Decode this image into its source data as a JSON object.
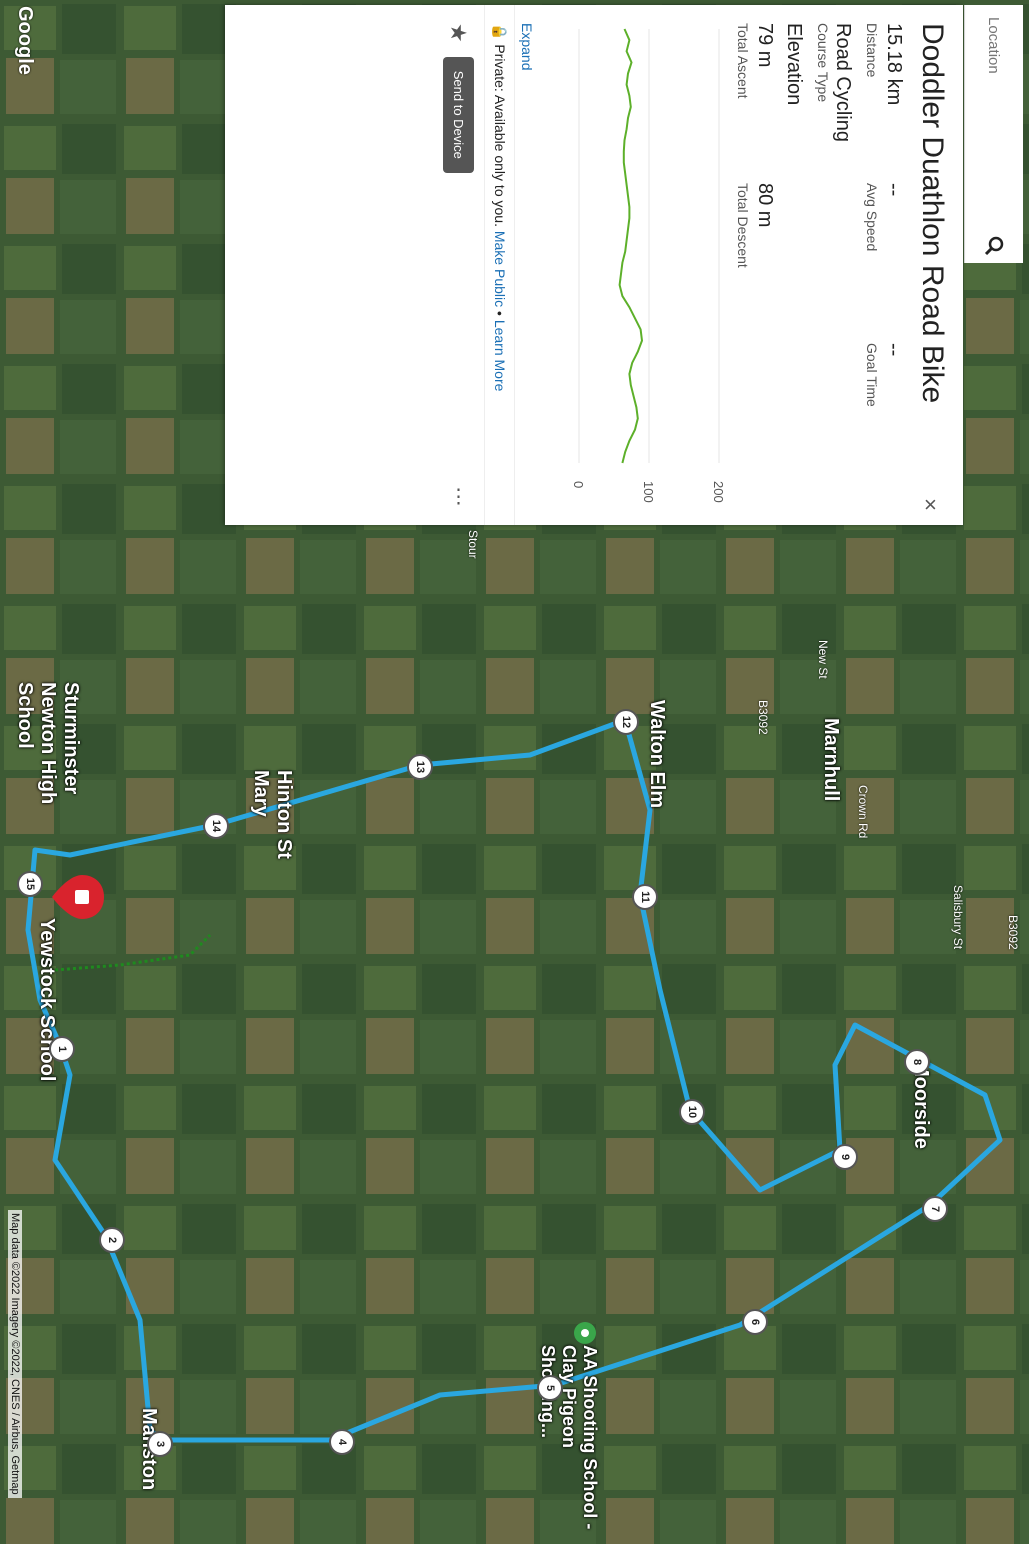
{
  "map": {
    "logo": "Google",
    "credit": "Map data ©2022 Imagery ©2022, CNES / Airbus, Getmap",
    "places": [
      "Marnhull",
      "Walton Elm",
      "Hinton St Mary",
      "Sturminster Newton High School",
      "Yewstock School",
      "Moorside",
      "Manston",
      "AA Shooting School - Clay Pigeon Shooting..."
    ],
    "roads": [
      "New St",
      "B3092",
      "Crown Rd",
      "Salisbury St",
      "B3092",
      "Stour"
    ],
    "waypoints": [
      "1",
      "2",
      "3",
      "4",
      "5",
      "6",
      "7",
      "8",
      "9",
      "10",
      "11",
      "12",
      "13",
      "14",
      "15"
    ]
  },
  "search": {
    "placeholder": "Location"
  },
  "course": {
    "title": "Doddler Duathlon Road Bike",
    "close": "×",
    "distance": "15.18 km",
    "distance_label": "Distance",
    "avg_speed": "--",
    "avg_speed_label": "Avg Speed",
    "goal_time": "--",
    "goal_time_label": "Goal Time",
    "course_type": "Road Cycling",
    "course_type_label": "Course Type",
    "elevation_heading": "Elevation",
    "ascent": "79 m",
    "ascent_label": "Total Ascent",
    "descent": "80 m",
    "descent_label": "Total Descent",
    "expand": "Expand",
    "privacy_text": "Private: Available only to you.",
    "make_public": "Make Public",
    "separator": "•",
    "learn_more": "Learn More",
    "send_button": "Send to Device",
    "more": "⋮"
  },
  "colors": {
    "route": "#2aa7e0",
    "elevation": "#5db02a",
    "link": "#1a6fb5"
  },
  "chart_data": {
    "type": "line",
    "y_ticks": [
      "0",
      "100",
      "200"
    ],
    "ylim": [
      0,
      200
    ],
    "series": [
      {
        "values": [
          65,
          72,
          68,
          75,
          70,
          68,
          72,
          74,
          70,
          68,
          65,
          64,
          64,
          66,
          68,
          70,
          72,
          72,
          70,
          68,
          66,
          62,
          60,
          58,
          62,
          72,
          80,
          88,
          90,
          84,
          76,
          72,
          74,
          78,
          82,
          84,
          80,
          72,
          66,
          62
        ]
      }
    ]
  }
}
